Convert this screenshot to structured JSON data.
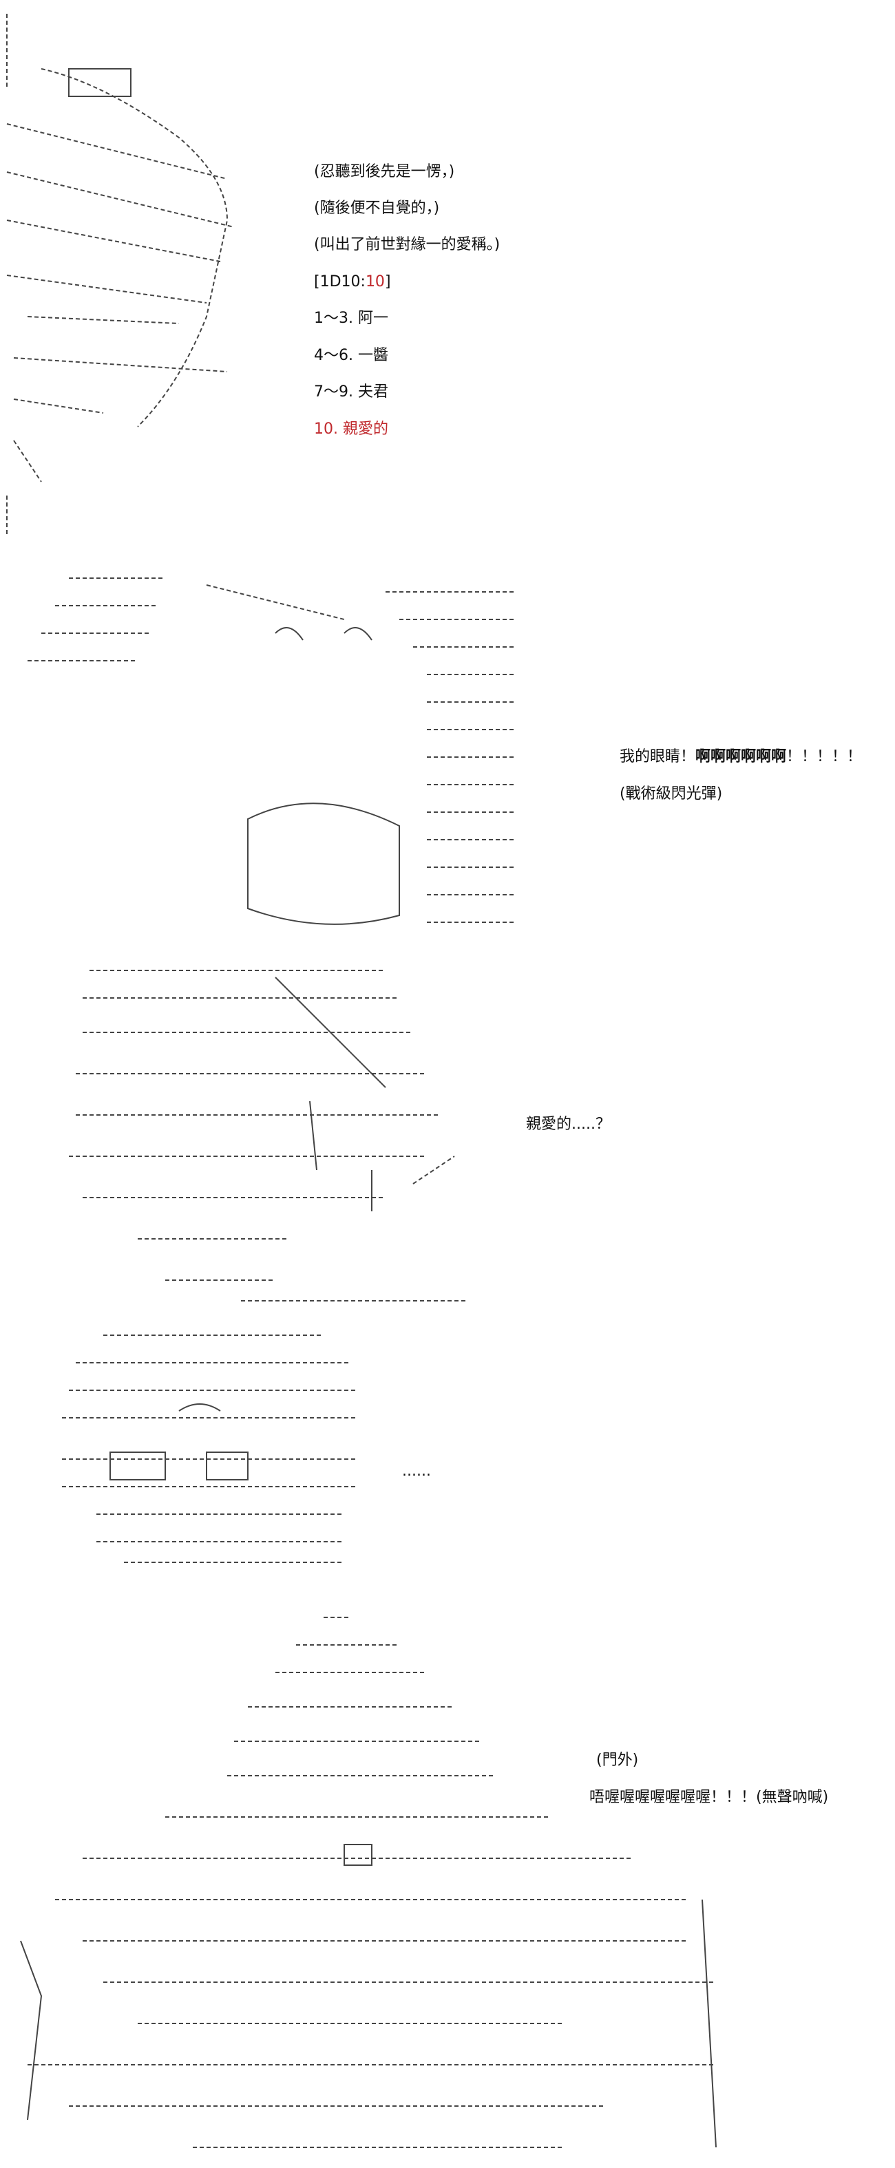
{
  "panel1": {
    "lines": [
      "(忍聽到後先是一愣，)",
      "(隨後便不自覺的，)",
      "(叫出了前世對緣一的愛稱。)"
    ],
    "roll_prefix": "[1D10:",
    "roll_value": "10",
    "roll_suffix": "]",
    "options": [
      "1～3. 阿一",
      "4～6. 一醬",
      "7～9. 夫君"
    ],
    "selected_option": "10. 親愛的",
    "highlight_color": "#c0282c"
  },
  "panel2": {
    "line1_start": "我的眼睛！",
    "line1_bold": "啊啊啊啊啊啊",
    "line1_end": "！！！！！",
    "line2": "(戰術級閃光彈)"
  },
  "panel3": {
    "line": "親愛的.....？"
  },
  "panel4": {
    "line": "......"
  },
  "panel5": {
    "line1": "(門外)",
    "line2": "唔喔喔喔喔喔喔喔！！！(無聲吶喊)"
  }
}
